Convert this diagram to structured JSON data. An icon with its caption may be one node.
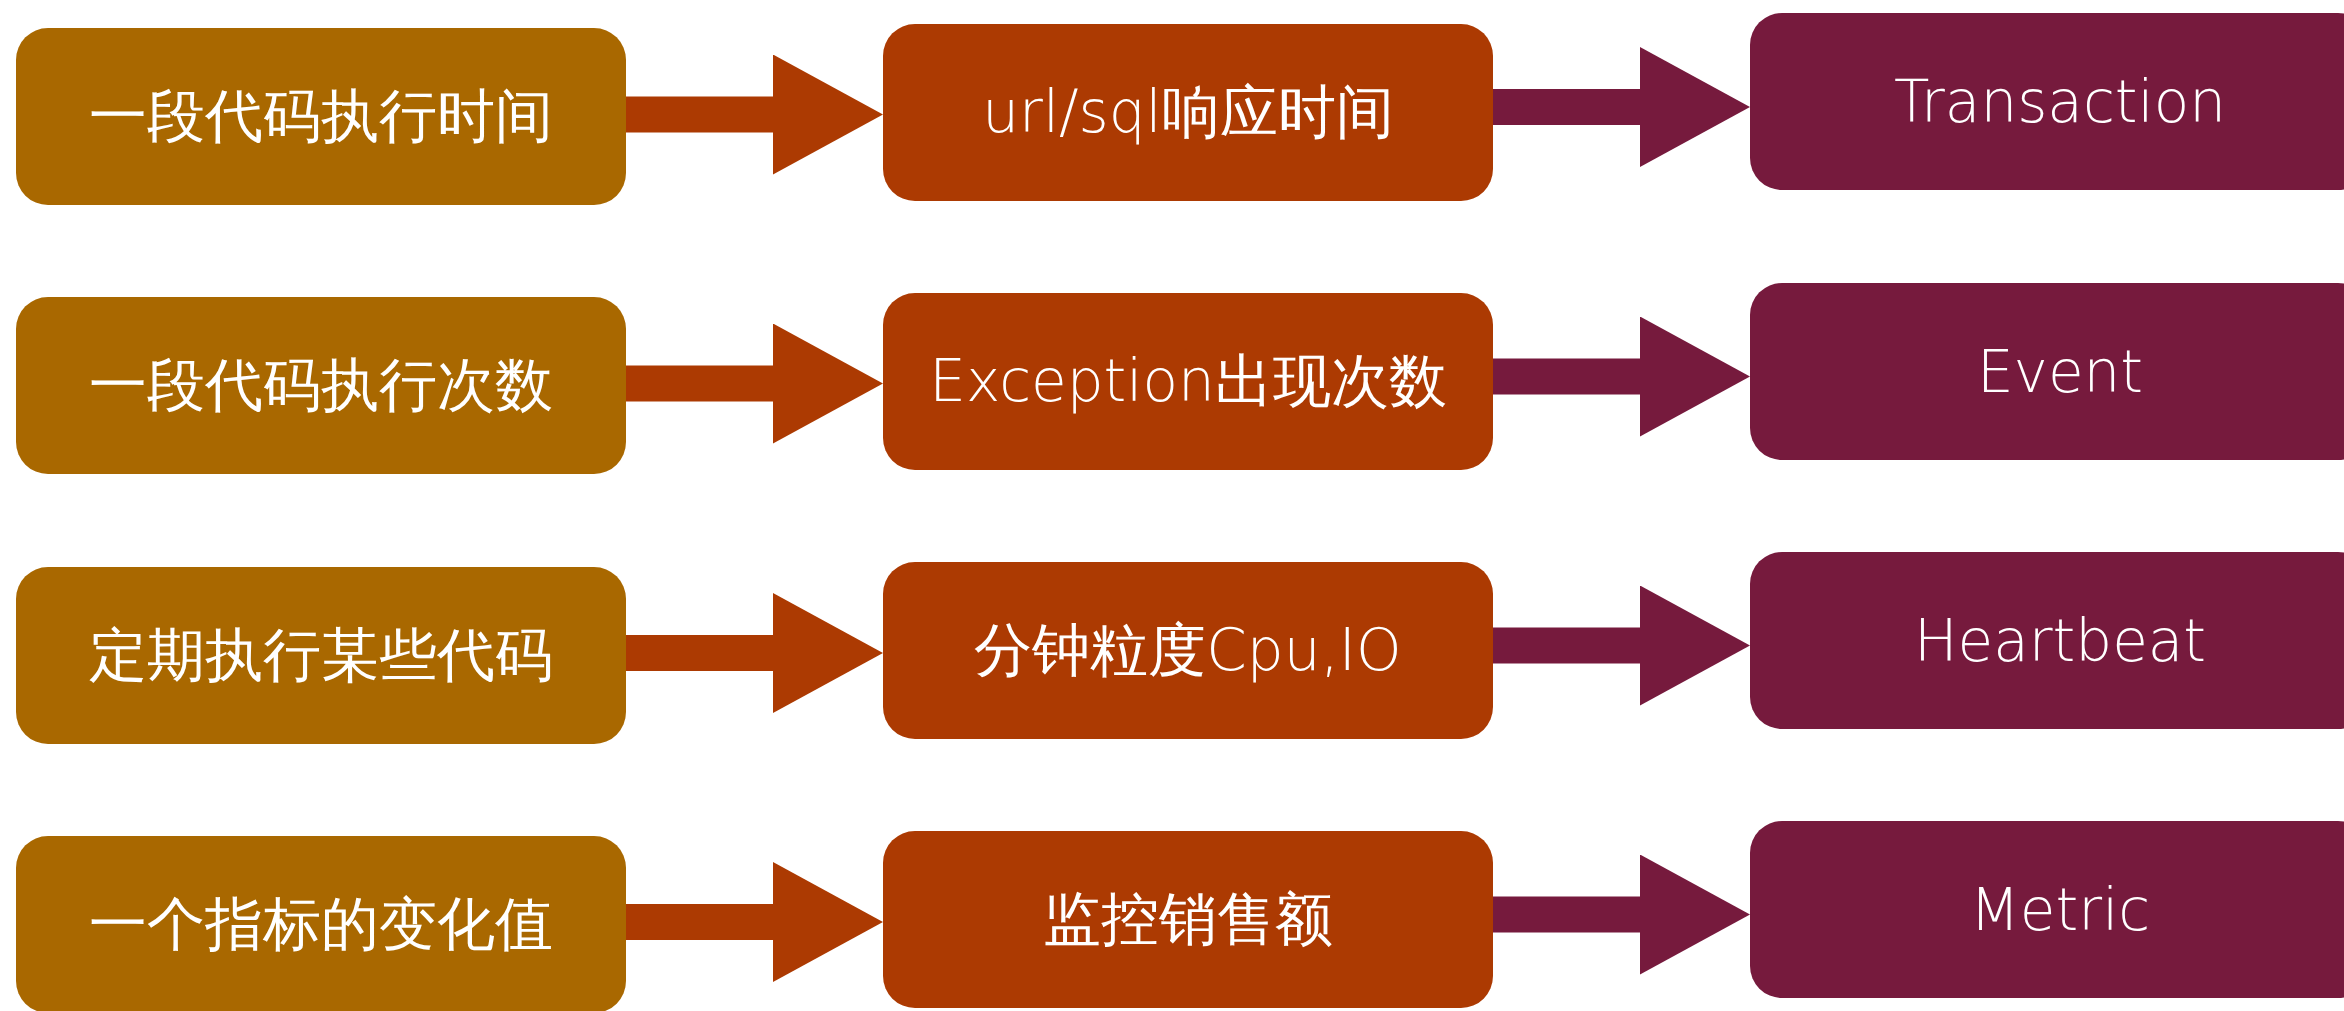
{
  "diagram": {
    "nodes": [
      {
        "text": [
          "一段代码执行时间"
        ]
      },
      {
        "text": [
          "url/sql响应时间"
        ]
      },
      {
        "text": [
          "Transaction"
        ]
      },
      {
        "text": [
          "一段代码执行次数"
        ]
      },
      {
        "text": [
          "Exception出现次数"
        ]
      },
      {
        "text": [
          "Event"
        ]
      },
      {
        "text": [
          "定期执行某些代码"
        ]
      },
      {
        "text": [
          "分钟粒度Cpu,IO"
        ]
      },
      {
        "text": [
          "Heartbeat"
        ]
      },
      {
        "text": [
          "一个指标的变化值"
        ]
      },
      {
        "text": [
          "监控销售额"
        ]
      },
      {
        "text": [
          "Metric"
        ]
      }
    ],
    "edges": [
      {
        "from": 0,
        "to": 1,
        "arrow": "to"
      },
      {
        "from": 1,
        "to": 2,
        "arrow": "to",
        "color": "#761a3d"
      },
      {
        "from": 3,
        "to": 4,
        "arrow": "to"
      },
      {
        "from": 4,
        "to": 5,
        "arrow": "to",
        "color": "#761a3d"
      },
      {
        "from": 6,
        "to": 7,
        "arrow": "to"
      },
      {
        "from": 7,
        "to": 8,
        "arrow": "to",
        "color": "#761a3d"
      },
      {
        "from": 9,
        "to": 10,
        "arrow": "to"
      },
      {
        "from": 10,
        "to": 11,
        "arrow": "to",
        "color": "#761a3d"
      }
    ]
  }
}
